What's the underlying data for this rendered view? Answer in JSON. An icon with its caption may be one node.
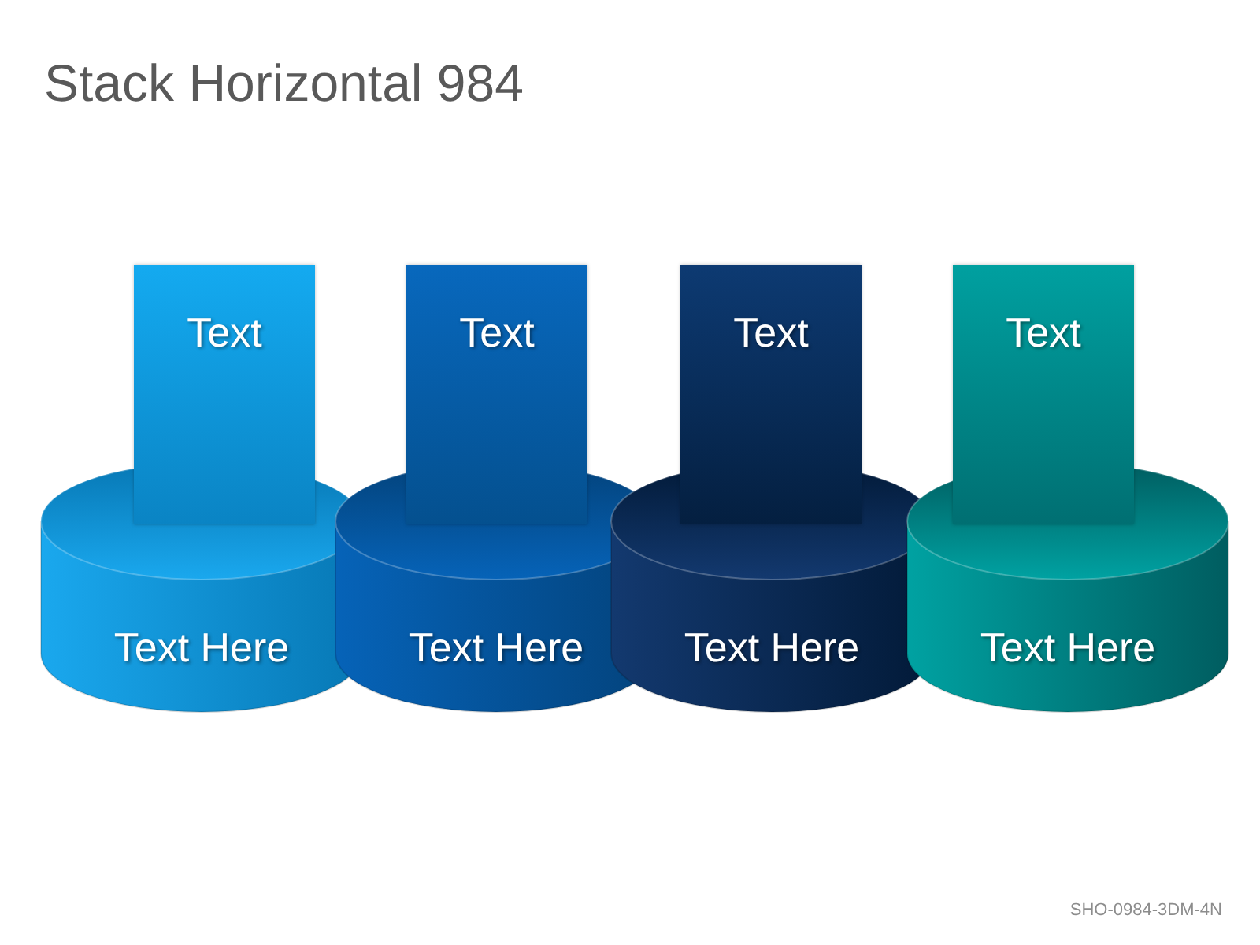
{
  "diagram": {
    "title": "Stack Horizontal 984",
    "nodes": [
      {
        "text": [
          "Text"
        ]
      },
      {
        "text": [
          "Text"
        ]
      },
      {
        "text": [
          "Text"
        ]
      },
      {
        "text": [
          "Text"
        ]
      },
      {
        "text": [
          "Text Here"
        ]
      },
      {
        "text": [
          "Text Here"
        ]
      },
      {
        "text": [
          "Text Here"
        ]
      },
      {
        "text": [
          "Text Here"
        ]
      }
    ],
    "edges": [],
    "labels": [
      "SHO-0984-3DM-4N"
    ]
  }
}
